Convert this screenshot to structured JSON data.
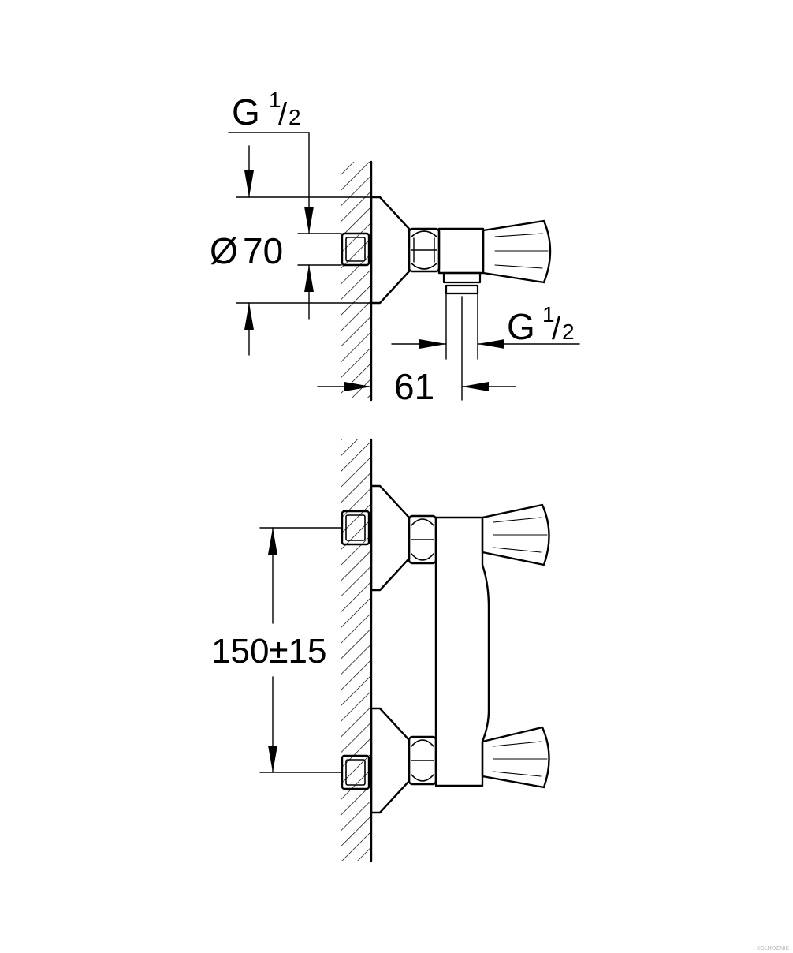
{
  "top_view": {
    "inlet_thread": {
      "prefix": "G",
      "numerator": "1",
      "slash": "/",
      "denominator": "2"
    },
    "diameter": {
      "symbol": "Ø",
      "value": "70"
    },
    "outlet_thread": {
      "prefix": "G",
      "numerator": "1",
      "slash": "/",
      "denominator": "2"
    },
    "depth": {
      "value": "61"
    }
  },
  "front_view": {
    "centers": {
      "value": "150±15"
    }
  },
  "watermark": {
    "text": "KOLHOZNIK"
  },
  "colors": {
    "line": "#000000",
    "background": "#ffffff"
  }
}
